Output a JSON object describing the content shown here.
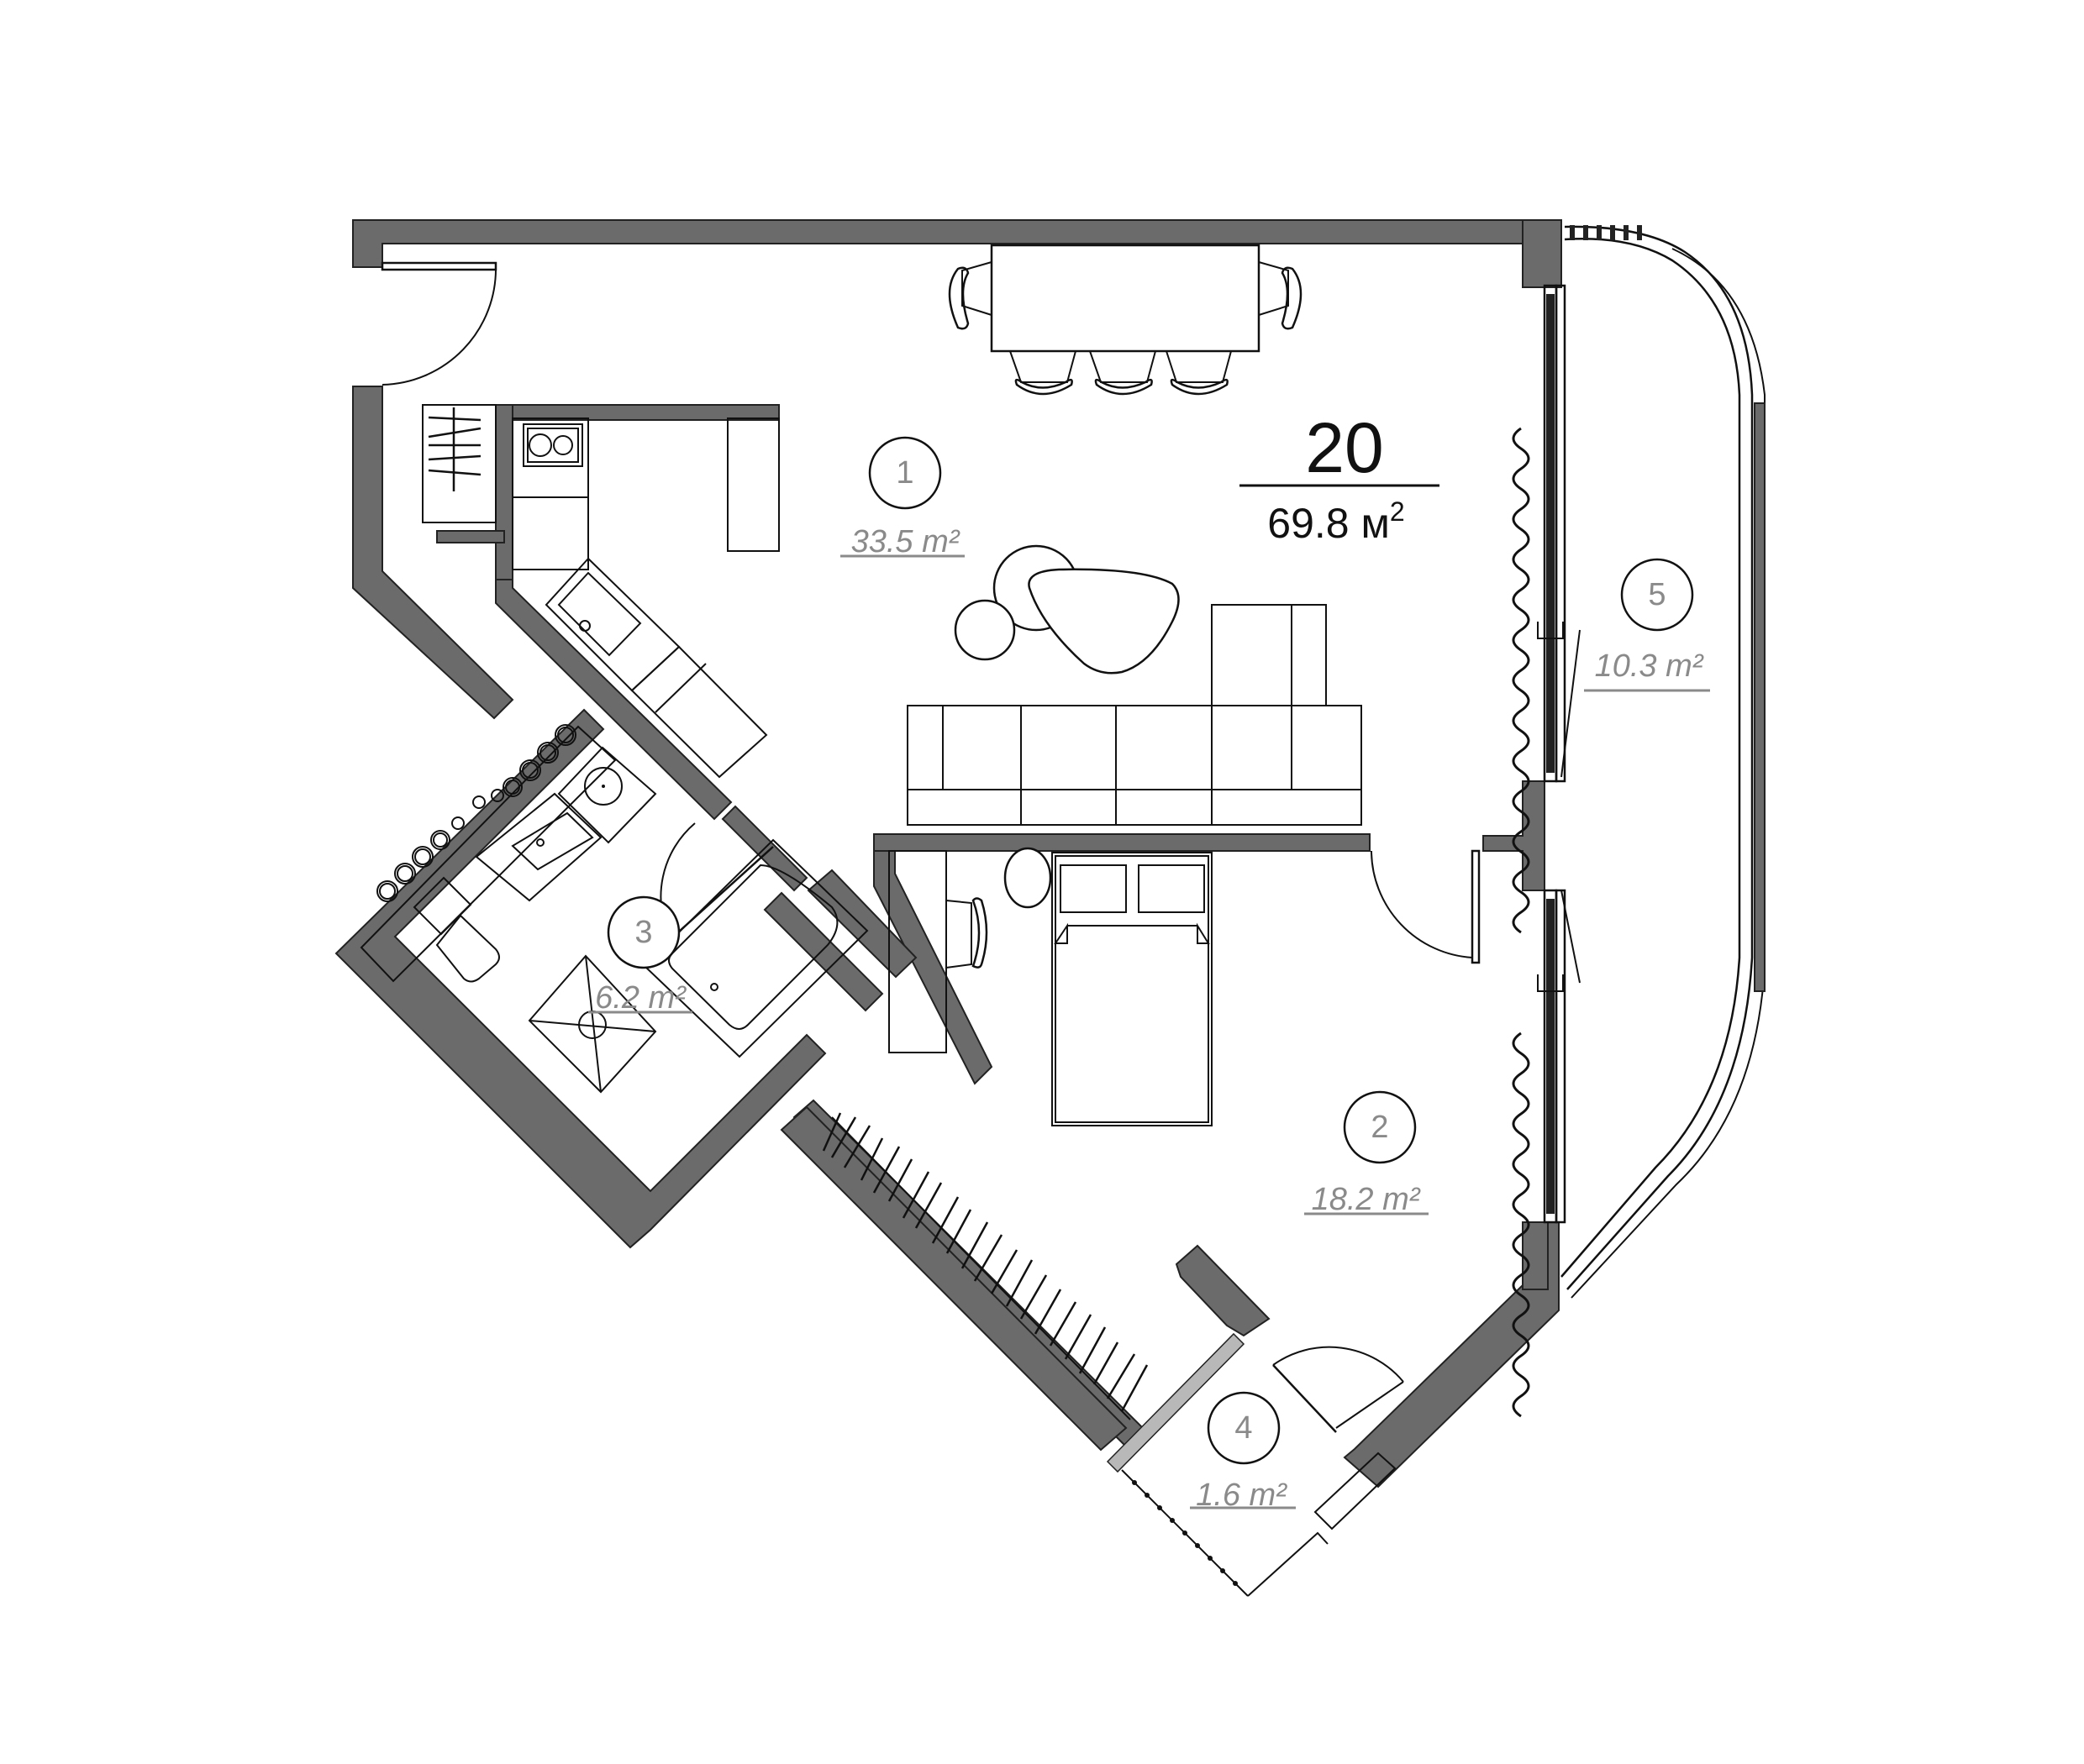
{
  "plan": {
    "apartment_number": "20",
    "total_area": "69.8 м",
    "total_area_superscript": "2",
    "colors": {
      "wall": "#6b6b6b",
      "line": "#111111",
      "label": "#8a8a8a",
      "background": "#ffffff"
    }
  },
  "rooms": [
    {
      "number": "1",
      "area": "33.5 m²",
      "type": "living-kitchen"
    },
    {
      "number": "2",
      "area": "18.2 m²",
      "type": "bedroom"
    },
    {
      "number": "3",
      "area": "6.2 m²",
      "type": "bathroom"
    },
    {
      "number": "4",
      "area": "1.6 m²",
      "type": "balcony-small"
    },
    {
      "number": "5",
      "area": "10.3 m²",
      "type": "balcony-loggia"
    }
  ]
}
